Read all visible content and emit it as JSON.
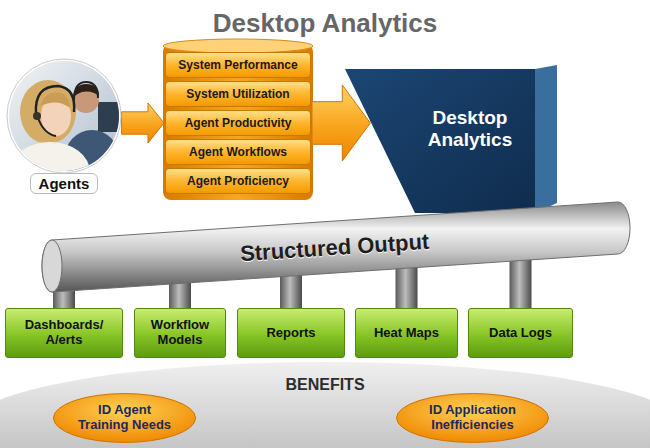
{
  "diagram": {
    "title": "Desktop Analytics",
    "nodes": [
      {
        "text": [
          "Agents"
        ]
      },
      {
        "text": [
          "System Performance"
        ]
      },
      {
        "text": [
          "System Utilization"
        ]
      },
      {
        "text": [
          "Agent Productivity"
        ]
      },
      {
        "text": [
          "Agent Workflows"
        ]
      },
      {
        "text": [
          "Agent Proficiency"
        ]
      },
      {
        "text": [
          "Desktop Analytics"
        ]
      },
      {
        "text": [
          "Structured Output"
        ]
      },
      {
        "text": [
          "Dashboards/ A/erts"
        ]
      },
      {
        "text": [
          "Workflow Models"
        ]
      },
      {
        "text": [
          "Reports"
        ]
      },
      {
        "text": [
          "Heat Maps"
        ]
      },
      {
        "text": [
          "Data Logs"
        ]
      },
      {
        "text": [
          "BENEFITS"
        ]
      },
      {
        "text": [
          "ID Agent Training Needs"
        ],
        "in": 13
      },
      {
        "text": [
          "ID Application Inefficiencies"
        ],
        "in": 13
      }
    ],
    "edges": [
      {
        "from": 0,
        "to": 3,
        "arrow": "to"
      },
      {
        "from": 3,
        "to": 6,
        "arrow": "to"
      },
      {
        "from": 7,
        "to": 8,
        "arrow": "none"
      },
      {
        "from": 7,
        "to": 9,
        "arrow": "none"
      },
      {
        "from": 7,
        "to": 10,
        "arrow": "none"
      },
      {
        "from": 7,
        "to": 11,
        "arrow": "none"
      },
      {
        "from": 7,
        "to": 12,
        "arrow": "none"
      }
    ]
  }
}
